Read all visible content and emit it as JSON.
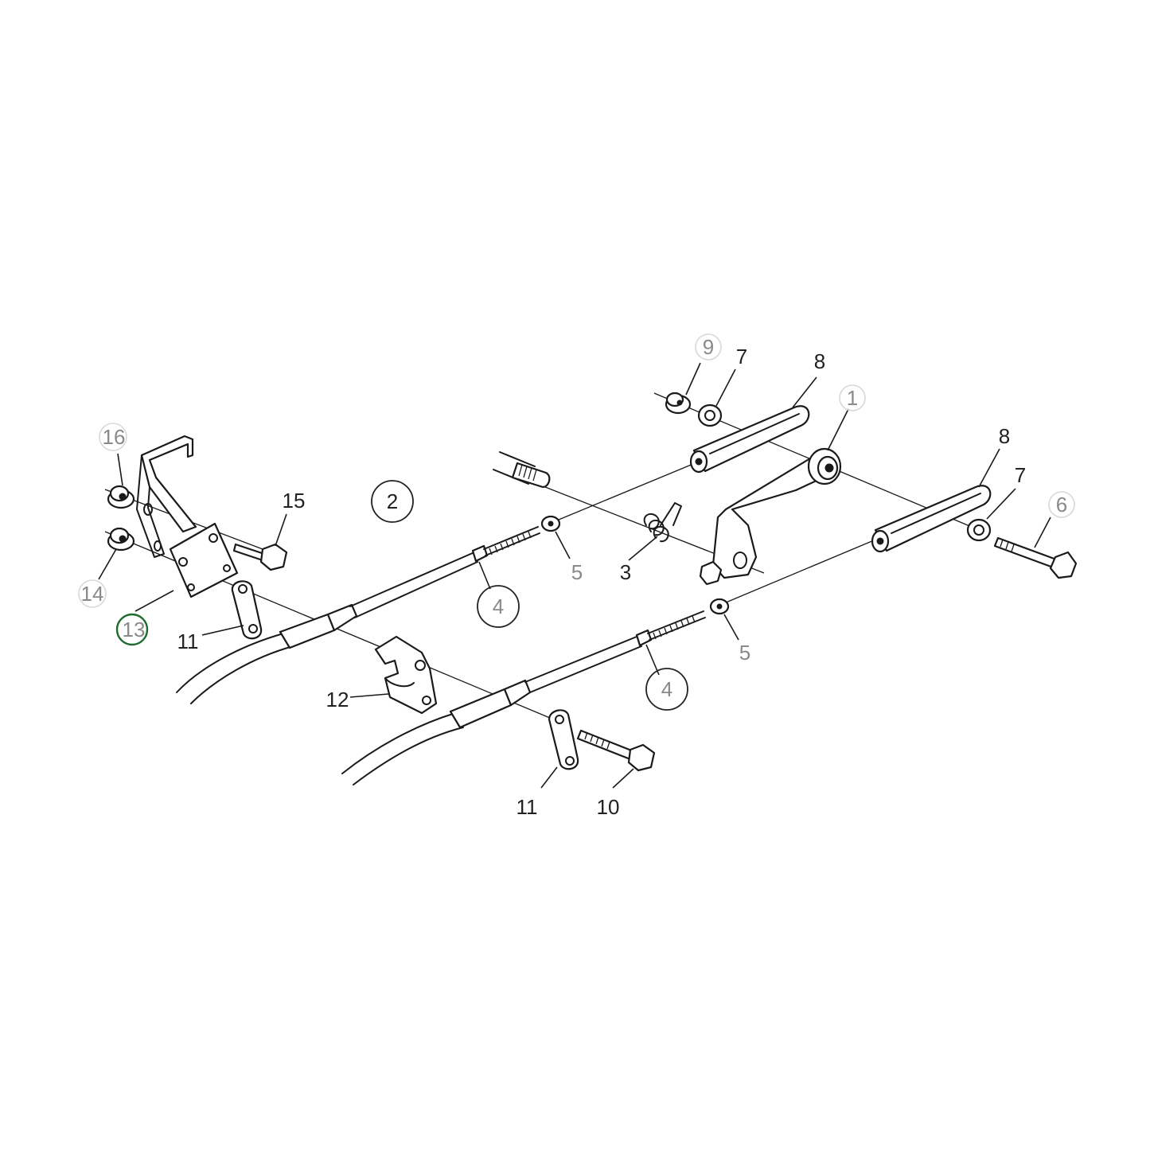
{
  "callouts": [
    {
      "id": "c1",
      "text": "1",
      "style": "grey",
      "ring": "grey"
    },
    {
      "id": "c2",
      "text": "2",
      "style": "black",
      "ring": "black"
    },
    {
      "id": "c3",
      "text": "3",
      "style": "black",
      "ring": "none"
    },
    {
      "id": "c4a",
      "text": "4",
      "style": "grey",
      "ring": "black"
    },
    {
      "id": "c4b",
      "text": "4",
      "style": "grey",
      "ring": "black"
    },
    {
      "id": "c5a",
      "text": "5",
      "style": "grey",
      "ring": "none"
    },
    {
      "id": "c5b",
      "text": "5",
      "style": "grey",
      "ring": "none"
    },
    {
      "id": "c6",
      "text": "6",
      "style": "grey",
      "ring": "grey"
    },
    {
      "id": "c7a",
      "text": "7",
      "style": "black",
      "ring": "none"
    },
    {
      "id": "c7b",
      "text": "7",
      "style": "black",
      "ring": "none"
    },
    {
      "id": "c8a",
      "text": "8",
      "style": "black",
      "ring": "none"
    },
    {
      "id": "c8b",
      "text": "8",
      "style": "black",
      "ring": "none"
    },
    {
      "id": "c9",
      "text": "9",
      "style": "grey",
      "ring": "grey"
    },
    {
      "id": "c10",
      "text": "10",
      "style": "black",
      "ring": "none"
    },
    {
      "id": "c11a",
      "text": "11",
      "style": "black",
      "ring": "none"
    },
    {
      "id": "c11b",
      "text": "11",
      "style": "black",
      "ring": "none"
    },
    {
      "id": "c12",
      "text": "12",
      "style": "black",
      "ring": "none"
    },
    {
      "id": "c13",
      "text": "13",
      "style": "grey",
      "ring": "green"
    },
    {
      "id": "c14",
      "text": "14",
      "style": "grey",
      "ring": "grey"
    },
    {
      "id": "c15",
      "text": "15",
      "style": "black",
      "ring": "none"
    },
    {
      "id": "c16",
      "text": "16",
      "style": "grey",
      "ring": "grey"
    }
  ],
  "colors": {
    "line": "#1a1a1a",
    "label_black": "#222222",
    "label_grey": "#8a8a8a",
    "ring_grey": "#d8d8d8",
    "ring_selected": "#1e6b2e",
    "background": "#ffffff"
  }
}
